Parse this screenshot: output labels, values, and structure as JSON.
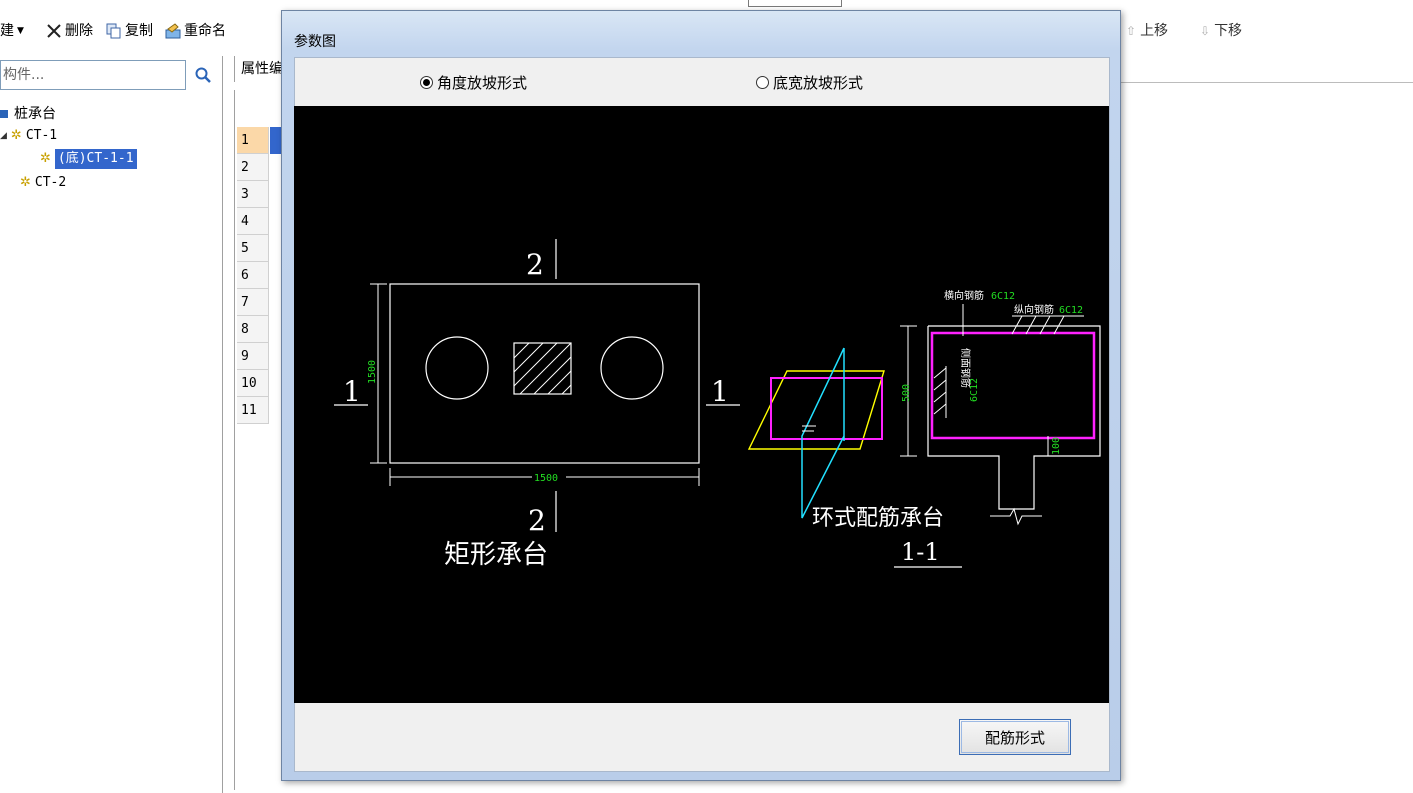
{
  "toolbar": {
    "new_label": "建",
    "delete_label": "删除",
    "copy_label": "复制",
    "rename_label": "重命名",
    "move_up_label": "上移",
    "move_down_label": "下移"
  },
  "search": {
    "placeholder": "构件..."
  },
  "tree": {
    "root": "桩承台",
    "items": [
      {
        "label": "CT-1"
      },
      {
        "label": "(底)CT-1-1"
      },
      {
        "label": "CT-2"
      }
    ]
  },
  "property_panel": {
    "tab_label": "属性编",
    "row_numbers": [
      "1",
      "2",
      "3",
      "4",
      "5",
      "6",
      "7",
      "8",
      "9",
      "10",
      "11"
    ]
  },
  "dialog": {
    "title": "参数图",
    "radio_angle": "角度放坡形式",
    "radio_width": "底宽放坡形式",
    "rebar_button": "配筋形式"
  },
  "drawing": {
    "section_mark_2": "2",
    "section_mark_1": "1",
    "dim_1500_v": "1500",
    "dim_1500_h": "1500",
    "plan_caption": "矩形承台",
    "dim_500": "500",
    "dim_100": "100",
    "transverse_rebar": "横向钢筋",
    "transverse_rebar_spec": "6C12",
    "longitudinal_rebar": "纵向钢筋",
    "longitudinal_rebar_spec": "6C12",
    "side_rebar": "侧面钢筋",
    "side_rebar_spec": "6C12",
    "section_caption": "环式配筋承台",
    "section_label": "1-1"
  }
}
